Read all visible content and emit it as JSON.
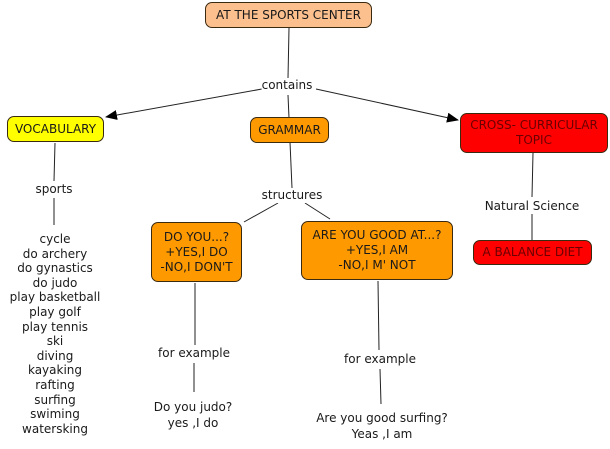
{
  "root": {
    "label": "AT THE SPORTS CENTER",
    "color": "#fbc08e"
  },
  "link_contains": "contains",
  "vocabulary": {
    "label": "VOCABULARY",
    "color": "#ffff00",
    "link": "sports",
    "items": [
      "cycle",
      "do archery",
      "do gynastics",
      "do judo",
      "play basketball",
      "play golf",
      "play tennis",
      "ski",
      "diving",
      "kayaking",
      "rafting",
      "surfing",
      "swiming",
      "watersking"
    ]
  },
  "grammar": {
    "label": "GRAMMAR",
    "color": "#ff9900",
    "link": "structures",
    "do_you": {
      "lines": [
        "DO YOU...?",
        "+YES,I DO",
        "-NO,I DON'T"
      ],
      "link": "for example",
      "example": [
        "Do you judo?",
        "yes ,I do"
      ]
    },
    "good_at": {
      "lines": [
        "ARE YOU GOOD AT...?",
        "+YES,I AM",
        "-NO,I M' NOT"
      ],
      "link": "for example",
      "example": [
        "Are you good surfing?",
        "Yeas ,I am"
      ]
    }
  },
  "cross": {
    "lines": [
      "CROSS- CURRICULAR",
      "TOPIC"
    ],
    "color": "#ff0000",
    "link": "Natural Science",
    "child": "A BALANCE DIET"
  }
}
